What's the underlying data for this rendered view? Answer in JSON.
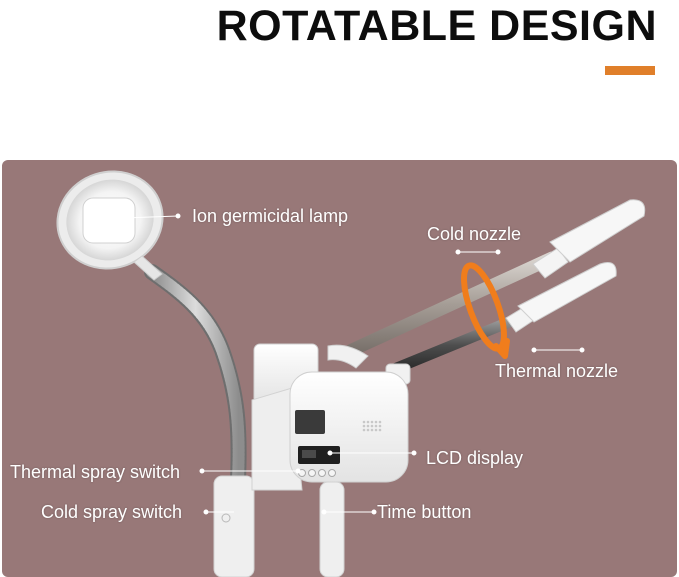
{
  "headline": "ROTATABLE DESIGN",
  "colors": {
    "accent": "#e07f2a",
    "panel_background": "#987878",
    "label_text": "#ffffff",
    "device_body": "#f3f3f3",
    "rotation_arrow": "#f07d1c"
  },
  "labels": {
    "ion_lamp": "Ion germicidal lamp",
    "cold_nozzle": "Cold nozzle",
    "thermal_nozzle": "Thermal nozzle",
    "lcd_display": "LCD display",
    "thermal_spray_switch": "Thermal spray switch",
    "cold_spray_switch": "Cold spray switch",
    "time_button": "Time button"
  },
  "icons": {
    "rotation": "rotate-arrow-icon"
  }
}
